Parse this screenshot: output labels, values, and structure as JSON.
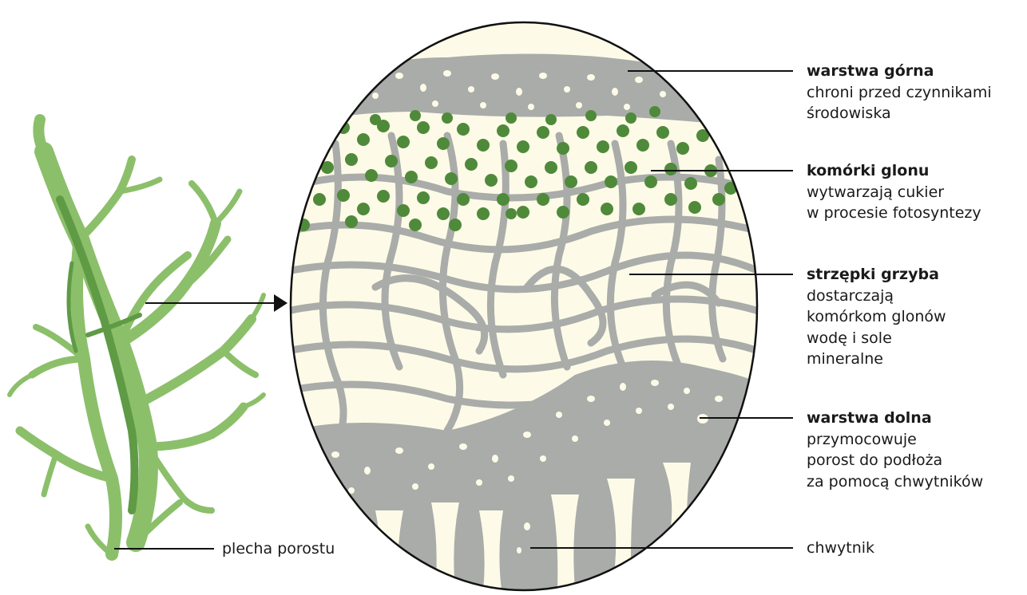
{
  "labels": {
    "top_layer": {
      "title": "warstwa górna",
      "desc": [
        "chroni przed czynnikami",
        "środowiska"
      ]
    },
    "algae_cells": {
      "title": "komórki glonu",
      "desc": [
        "wytwarzają cukier",
        "w procesie fotosyntezy"
      ]
    },
    "fungal_hyphae": {
      "title": "strzępki grzyba",
      "desc": [
        "dostarczają",
        "komórkom glonów",
        "wodę i sole",
        "mineralne"
      ]
    },
    "bottom_layer": {
      "title": "warstwa dolna",
      "desc": [
        "przymocowuje",
        "porost do podłoża",
        "za pomocą chwytników"
      ]
    },
    "rhizine": "chwytnik",
    "thallus": "plecha porostu"
  },
  "colors": {
    "lichen_light": "#8cbf6a",
    "lichen_dark": "#5f9a45",
    "background_cream": "#fdfbe8",
    "hyphae_gray": "#a9aca9",
    "algae_green": "#4f8a3a",
    "outline": "#111111"
  }
}
